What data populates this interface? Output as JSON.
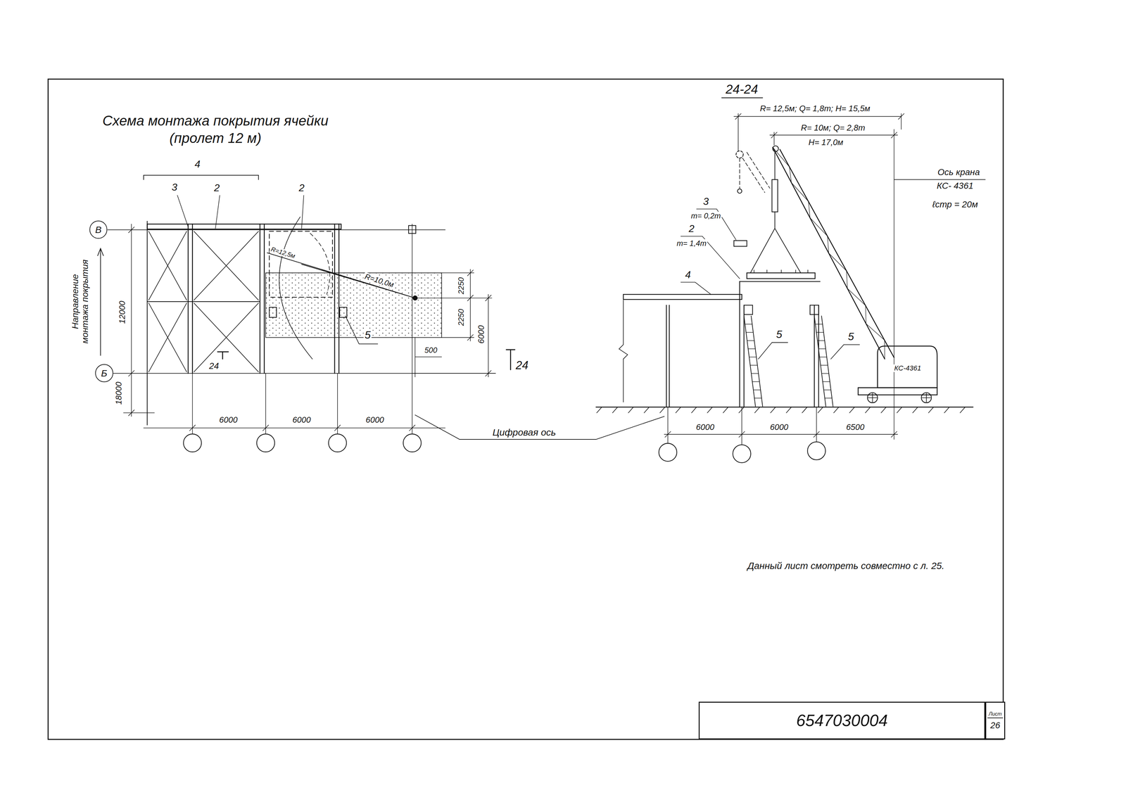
{
  "diagram": {
    "title": "Схема монтажа покрытия ячейки (пролет 12 м)",
    "nodes": [
      {
        "text": [
          "В"
        ]
      },
      {
        "text": [
          "Б"
        ]
      },
      {
        "text": [
          "6547030004"
        ]
      },
      {
        "text": [
          "Лист",
          "26"
        ]
      }
    ],
    "labels": [
      "24-24",
      "R= 12,5м; Q= 1,8т; H= 15,5м",
      "R= 10м; Q= 2,8т",
      "H= 17,0м",
      "Ось крана",
      "КС- 4361",
      "ℓстр = 20м",
      "3",
      "m= 0,2т",
      "2",
      "m= 1,4т",
      "4",
      "5",
      "5",
      "КС-4361",
      "6000",
      "6000",
      "6500",
      "4",
      "3",
      "2",
      "2",
      "Направление монтажа покрытия",
      "12000",
      "18000",
      "R=12,5м",
      "R=10,0м",
      "5",
      "2250",
      "2250",
      "6000",
      "500",
      "24",
      "24",
      "6000",
      "6000",
      "6000",
      "Цифровая ось",
      "Данный лист смотреть совместно с л. 25."
    ]
  }
}
